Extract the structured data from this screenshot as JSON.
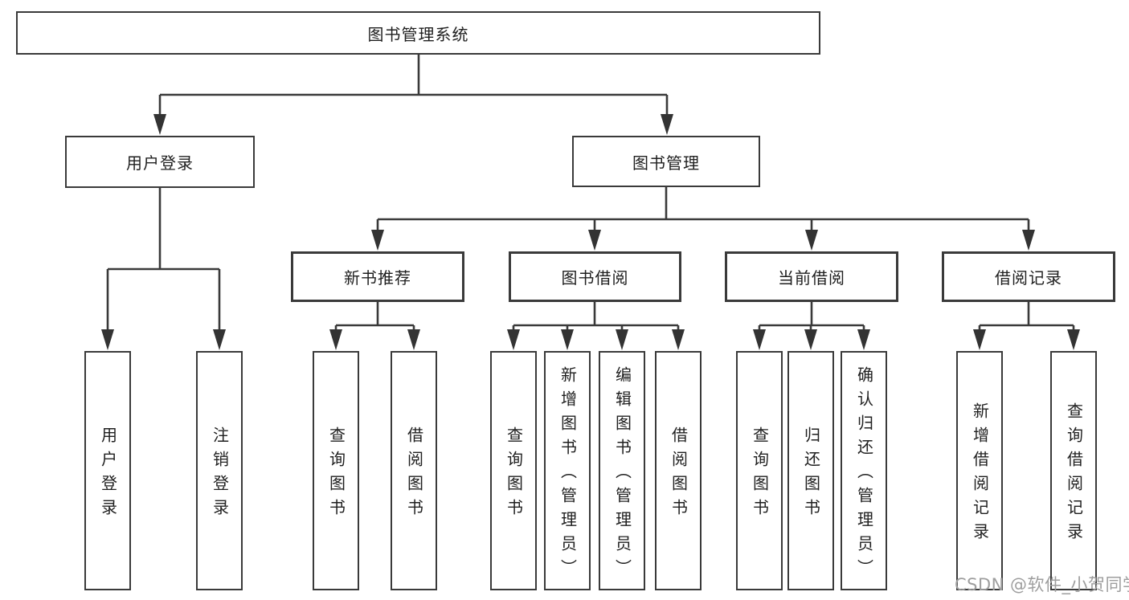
{
  "diagram": {
    "type": "hierarchy-tree",
    "colors": {
      "line": "#3a3a3a",
      "text": "#1f1f1f",
      "box_background": "#ffffff",
      "watermark": "#9e9e9e",
      "page_background": "#ffffff"
    },
    "nodes": {
      "root": {
        "label": "图书管理系统"
      },
      "userLogin": {
        "label": "用户登录"
      },
      "bookMgmt": {
        "label": "图书管理"
      },
      "newBookRec": {
        "label": "新书推荐"
      },
      "bookBorrow": {
        "label": "图书借阅"
      },
      "currentBorrow": {
        "label": "当前借阅"
      },
      "borrowRecords": {
        "label": "借阅记录"
      },
      "leafUserLogin": {
        "label": "用户登录"
      },
      "leafLogout": {
        "label": "注销登录"
      },
      "leafQuery1": {
        "label": "查询图书"
      },
      "leafBorrow1": {
        "label": "借阅图书"
      },
      "leafQuery2": {
        "label": "查询图书"
      },
      "leafAddBook": {
        "label": "新增图书（管理员）"
      },
      "leafEditBook": {
        "label": "编辑图书（管理员）"
      },
      "leafBorrow2": {
        "label": "借阅图书"
      },
      "leafQuery3": {
        "label": "查询图书"
      },
      "leafReturn": {
        "label": "归还图书"
      },
      "leafConfirm": {
        "label": "确认归还（管理员）"
      },
      "leafAddRecord": {
        "label": "新增借阅记录"
      },
      "leafQueryRecord": {
        "label": "查询借阅记录"
      }
    },
    "hierarchy": {
      "图书管理系统": {
        "用户登录": [
          "用户登录",
          "注销登录"
        ],
        "图书管理": {
          "新书推荐": [
            "查询图书",
            "借阅图书"
          ],
          "图书借阅": [
            "查询图书",
            "新增图书（管理员）",
            "编辑图书（管理员）",
            "借阅图书"
          ],
          "当前借阅": [
            "查询图书",
            "归还图书",
            "确认归还（管理员）"
          ],
          "借阅记录": [
            "新增借阅记录",
            "查询借阅记录"
          ]
        }
      }
    },
    "watermark": {
      "text": "CSDN @软件_小贺同学"
    }
  }
}
